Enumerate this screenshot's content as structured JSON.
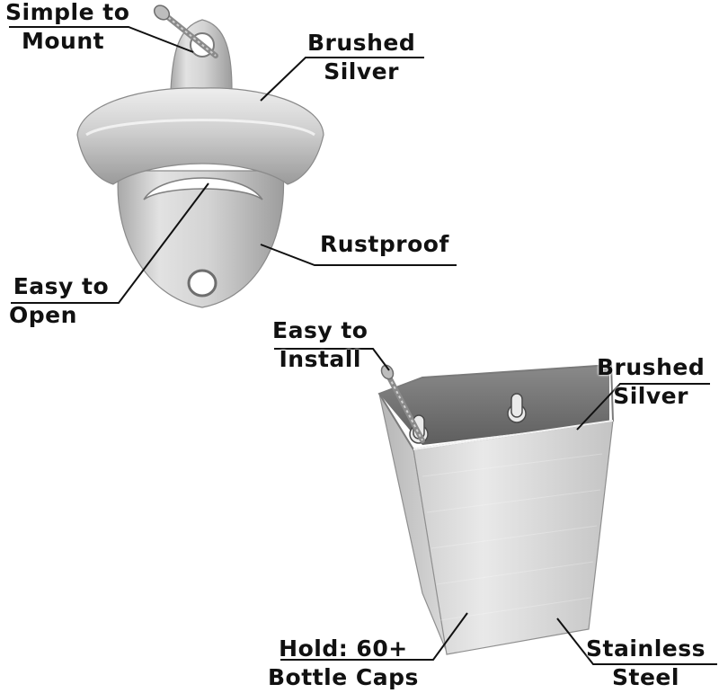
{
  "labels": {
    "simple_to_mount": [
      "Simple to",
      "Mount"
    ],
    "brushed_silver_top": [
      "Brushed",
      "Silver"
    ],
    "rustproof": "Rustproof",
    "easy_to_open": [
      "Easy to",
      "Open"
    ],
    "easy_to_install": [
      "Easy to",
      "Install"
    ],
    "brushed_silver_bottom": [
      "Brushed",
      "Silver"
    ],
    "hold_capacity": [
      "Hold: 60+",
      "Bottle Caps"
    ],
    "stainless_steel": [
      "Stainless",
      "Steel"
    ]
  },
  "colors": {
    "text": "#111111",
    "metal_light": "#e4e4e4",
    "metal_mid": "#c2c2c2",
    "metal_dark": "#8c8c8c",
    "interior": "#6f6f6f"
  }
}
